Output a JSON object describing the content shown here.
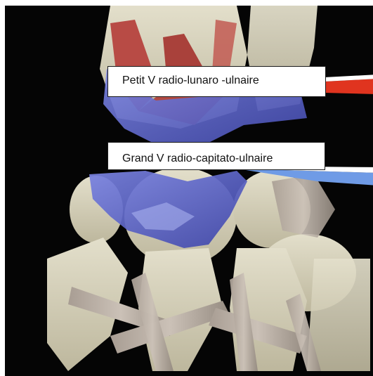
{
  "image": {
    "description_labels": [
      {
        "id": "label_top",
        "text": "Petit V radio-lunaro -ulnaire",
        "pointer_color": "#e0341f"
      },
      {
        "id": "label_bottom",
        "text": "Grand V radio-capitato-ulnaire",
        "pointer_color": "#6f9be6"
      }
    ],
    "colors": {
      "background": "#050505",
      "bone": "#d8d3bc",
      "ligament_blue": "#5a63c8",
      "muscle_red": "#b84b45",
      "tendon_gray": "#b9ada3"
    }
  }
}
